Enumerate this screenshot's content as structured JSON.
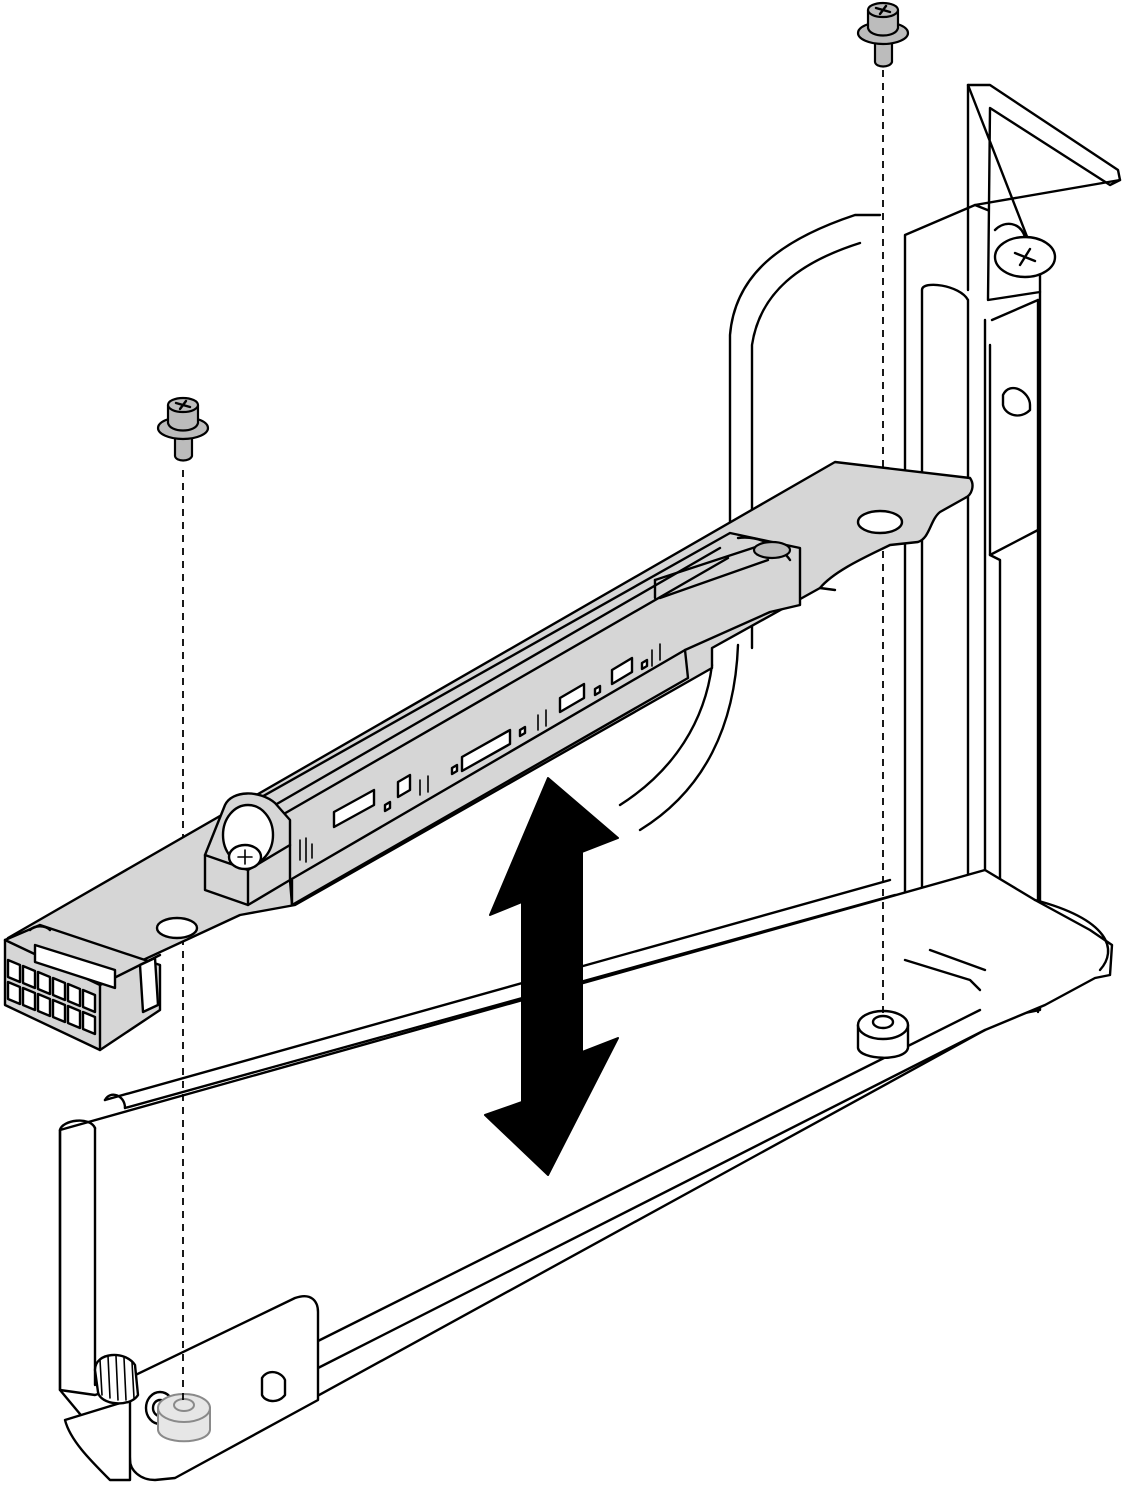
{
  "diagram": {
    "colors": {
      "line": "#000000",
      "part_fill": "#d6d6d6",
      "background": "#ffffff",
      "arrow": "#000000"
    },
    "components": [
      {
        "name": "riser-cage-bracket",
        "kind": "frame"
      },
      {
        "name": "riser-card",
        "kind": "circuit-board"
      },
      {
        "name": "pcie-slot",
        "kind": "connector"
      },
      {
        "name": "power-connector",
        "kind": "connector"
      },
      {
        "name": "screw-left",
        "kind": "fastener"
      },
      {
        "name": "screw-right",
        "kind": "fastener"
      },
      {
        "name": "standoff-left",
        "kind": "fastener"
      },
      {
        "name": "standoff-right",
        "kind": "fastener"
      }
    ],
    "motion": {
      "icon": "double-arrow-vertical-icon",
      "meaning": "install-remove"
    }
  }
}
